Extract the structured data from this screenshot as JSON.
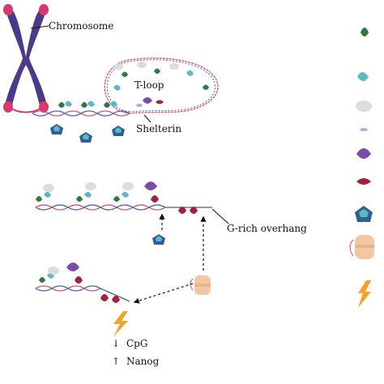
{
  "labels": {
    "chromosome": "Chromosome",
    "t_loop": "T-loop",
    "shelterin": "Shelterin",
    "g_rich_overhang": "G-rich overhang",
    "cpg": "CpG",
    "nanog": "Nanog"
  },
  "arrows": {
    "cpg_direction": "down",
    "nanog_direction": "up"
  },
  "legend_items": [
    "green-protein-icon",
    "teal-protein-icon",
    "white-protein-icon",
    "lavender-peptide-icon",
    "purple-protein-icon",
    "crimson-protein-icon",
    "blue-complex-icon",
    "enzyme-complex-icon",
    "lightning-icon"
  ],
  "colors": {
    "chromosome": "#4b3a8c",
    "telomere_cap": "#d63a6d",
    "dna_strand_a": "#d14f74",
    "dna_strand_b": "#4b5aa8",
    "green_protein": "#2f7a3e",
    "teal_protein": "#5bb8c4",
    "white_protein": "#dcdcdc",
    "lavender_peptide": "#c7a2d9",
    "purple_protein": "#7b4da6",
    "crimson_protein": "#a3213f",
    "blue_complex": "#2f5f94",
    "enzyme_body": "#f2c8a4",
    "lightning": "#f2a12b"
  }
}
